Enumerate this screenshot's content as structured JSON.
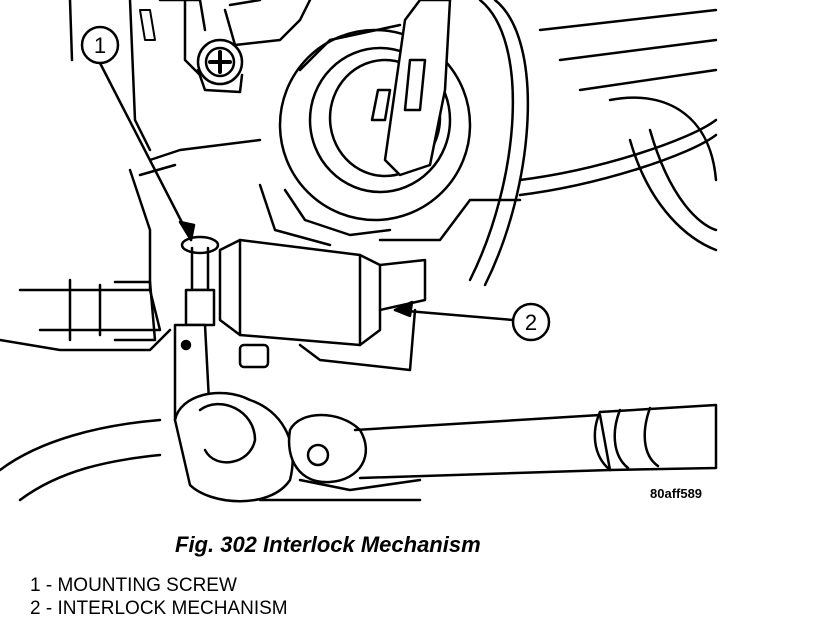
{
  "figure": {
    "code": "80aff589",
    "caption": "Fig. 302 Interlock Mechanism"
  },
  "callouts": [
    {
      "number": "1"
    },
    {
      "number": "2"
    }
  ],
  "legend": [
    {
      "number": "1",
      "separator": " - ",
      "label": "MOUNTING SCREW"
    },
    {
      "number": "2",
      "separator": " - ",
      "label": "INTERLOCK MECHANISM"
    }
  ]
}
